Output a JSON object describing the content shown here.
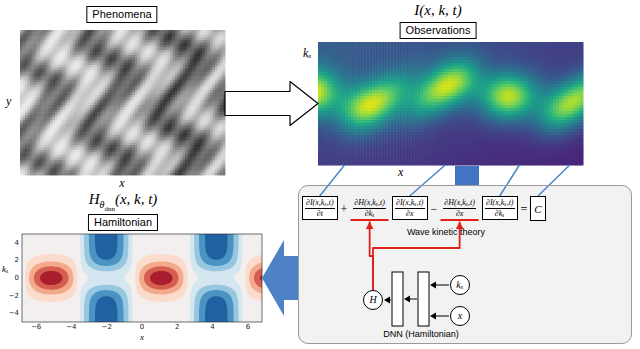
{
  "diagram": {
    "nodes": [
      {
        "text": [
          "Phenomena"
        ]
      },
      {
        "text": [
          "I(x, k, t)",
          "Observations"
        ]
      },
      {
        "text": [
          "Hamiltonian"
        ]
      },
      {
        "text": [
          "Wave kinetic theory",
          "DNN (Hamiltonian)"
        ]
      },
      {
        "text": [
          "∂I(x,kₓ,t)",
          "∂t"
        ],
        "in": 3
      },
      {
        "text": [
          "∂H(x,kₓ,t)",
          "∂kₓ"
        ],
        "in": 3
      },
      {
        "text": [
          "∂I(x,kₓ,t)",
          "∂x"
        ],
        "in": 3
      },
      {
        "text": [
          "∂H(x,kₓ,t)",
          "∂x"
        ],
        "in": 3
      },
      {
        "text": [
          "∂I(x,kₓ,t)",
          "∂kₓ"
        ],
        "in": 3
      },
      {
        "text": [
          "C"
        ],
        "in": 3
      },
      {
        "text": [
          "H"
        ],
        "in": 3
      },
      {
        "text": [
          "kₓ"
        ],
        "in": 3
      },
      {
        "text": [
          "x"
        ],
        "in": 3
      }
    ],
    "edges": [
      {
        "from": 0,
        "to": 1,
        "arrow": "to"
      },
      {
        "from": 1,
        "to": 4,
        "arrow": "none"
      },
      {
        "from": 1,
        "to": 6,
        "arrow": "none"
      },
      {
        "from": 1,
        "to": 8,
        "arrow": "none"
      },
      {
        "from": 1,
        "to": 9,
        "arrow": "none"
      },
      {
        "from": 10,
        "to": 5,
        "arrow": "to"
      },
      {
        "from": 10,
        "to": 7,
        "arrow": "to"
      },
      {
        "from": 3,
        "to": 2,
        "arrow": "to"
      }
    ],
    "labels": [
      "y",
      "x",
      "kₓ",
      "x",
      "H",
      "θ",
      "dnn",
      "(x, k, t)",
      "4",
      "2",
      "0",
      "−2",
      "−4",
      "−6",
      "−4",
      "−2",
      "0",
      "2",
      "4",
      "6",
      "kₓ",
      "x",
      "+",
      "−",
      "="
    ]
  }
}
